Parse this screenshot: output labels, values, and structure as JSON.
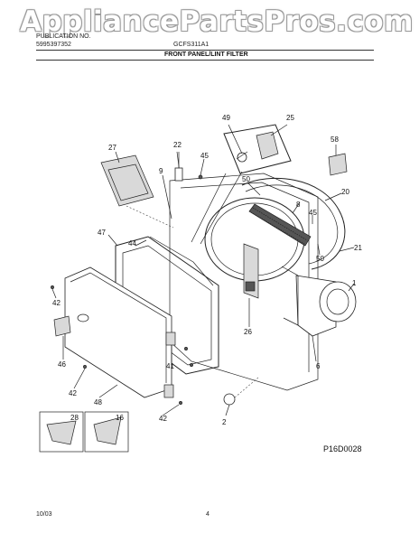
{
  "watermark": "AppliancePartsPros.com",
  "header": {
    "left_line1": "PUBLICATION NO.",
    "left_line2": "5995397352",
    "model_code": "GCFS311A1",
    "title": "FRONT PANEL/LINT FILTER"
  },
  "callouts": [
    "49",
    "25",
    "58",
    "27",
    "22",
    "9",
    "45",
    "50",
    "20",
    "8",
    "45",
    "47",
    "44",
    "50",
    "21",
    "1",
    "42",
    "26",
    "6",
    "46",
    "41",
    "42",
    "48",
    "42",
    "2",
    "28",
    "16"
  ],
  "diagram_code": "P16D0028",
  "footer": {
    "date": "10/03",
    "page_number": "4"
  }
}
